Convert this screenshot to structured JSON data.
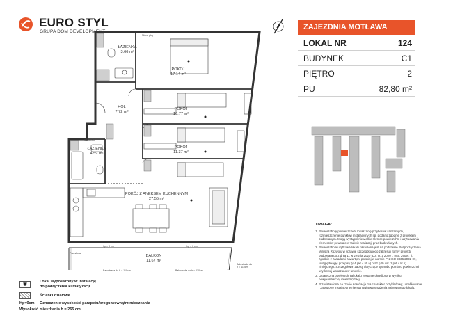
{
  "brand": {
    "name": "EURO STYL",
    "subtitle": "GRUPA DOM DEVELOPMENT",
    "accent": "#e8542a"
  },
  "info": {
    "project": "ZAJEZDNIA MOTŁAWA",
    "rows": [
      {
        "label": "LOKAL NR",
        "value": "124"
      },
      {
        "label": "BUDYNEK",
        "value": "C1"
      },
      {
        "label": "PIĘTRO",
        "value": "2"
      },
      {
        "label": "PU",
        "value": "82,80 m²"
      }
    ]
  },
  "rooms": {
    "lazienka1": {
      "name": "ŁAZIENKA",
      "area": "3.66 m²"
    },
    "pokoj1": {
      "name": "POKÓJ",
      "area": "17.14 m²"
    },
    "hol": {
      "name": "HOL",
      "area": "7.72 m²"
    },
    "pokoj2": {
      "name": "POKÓJ",
      "area": "10.77 m²"
    },
    "lazienka2": {
      "name": "ŁAZIENKA",
      "area": "4.59 m²"
    },
    "pokoj3": {
      "name": "POKÓJ",
      "area": "11.37 m²"
    },
    "salon": {
      "name": "POKÓJ Z ANEKSEM KUCHENNYM",
      "area": "27.55 m²"
    },
    "balkon": {
      "name": "BALKON",
      "area": "11.67 m²"
    }
  },
  "plan_notes": {
    "hp0_a": "hp = 0 cm",
    "hp0_b": "hp = 0 cm",
    "balustrada_a": "Balustrada do h = 110cm",
    "balustrada_b": "Balustrada do h = 110cm",
    "balustrada_c": "Balustrada do h = 110cm",
    "przeslona": "Przesłona",
    "nisza1": "Nisza pkg",
    "nisza2": "Nisza pkg"
  },
  "notes": {
    "title": "UWAGA:",
    "items": [
      "Powierzchnię pomieszczeń, lokalizację przyborów sanitarnych, rozmieszczenie punktów instalacyjnych itp. podano zgodnie z projektem budowlanym. Mogą wystąpić niewielkie różnice powierzchni i usytuowania elementów powstałe w trakcie realizacji prac budowlanych.",
      "Powierzchnia użytkowa lokalu określona jest na podstawie Rozporządzenia Ministra Rozwoju w sprawie szczegółowego zakresu i formy projektu budowlanego z dnia 11 września 2020 (Dz. U. z 2020 r. poz. 2609), tj. zgodnie z zasadami zawartymi polskiej w normie PN-ISO 9836:2022-07, uwzględniając przepisy §14 pkt 4 lit. a) oraz §20 ust. 1 pkt 4 lit b) niniejszego. Szczegółowe zapisy dotyczące sposobu pomiaru powierzchni użytkowej wskazano w umowie.",
      "Ostateczna powierzchnia lokalu zostanie określona w wyniku powykonawczej inwentaryzacji.",
      "Przedstawiona na rzucie aranżacja ma charakter przykładowy, umeblowanie i zabudowy instalacyjne nie stanowią wyposażenia nabywanego lokalu."
    ]
  },
  "legend": {
    "ac_line1": "Lokal wyposażony w instalację",
    "ac_line2": "do podłączenia klimatyzacji",
    "walls": "Ścianki działowe",
    "hp_code": "Hp=0cm",
    "hp_desc": "Oznaczenie wysokości parapetu/progu wewnątrz mieszkania",
    "height": "Wysokość mieszkania h = 265 cm"
  }
}
